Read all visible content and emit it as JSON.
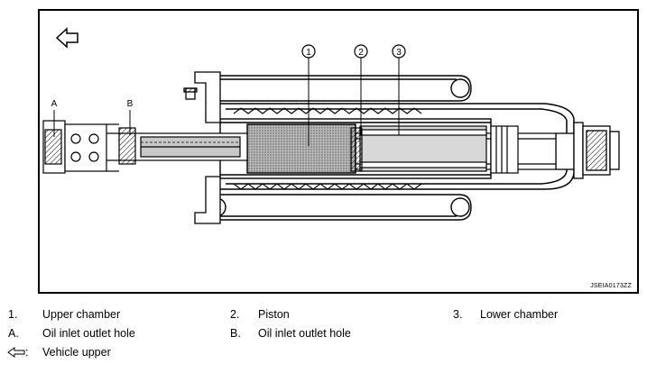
{
  "diagram": {
    "callouts": [
      "1",
      "2",
      "3"
    ],
    "letters": [
      "A",
      "B"
    ],
    "code": "JSEIA0173ZZ",
    "direction_icon": "hollow-left-arrow-icon"
  },
  "legend": [
    [
      {
        "key": "1.",
        "text": "Upper chamber"
      },
      {
        "key": "2.",
        "text": "Piston"
      },
      {
        "key": "3.",
        "text": "Lower chamber"
      }
    ],
    [
      {
        "key": "A.",
        "text": "Oil inlet outlet hole"
      },
      {
        "key": "B.",
        "text": "Oil inlet outlet hole"
      }
    ],
    [
      {
        "key_icon": "hollow-left-arrow-icon",
        "key_suffix": ":",
        "text": "Vehicle upper"
      }
    ]
  ]
}
